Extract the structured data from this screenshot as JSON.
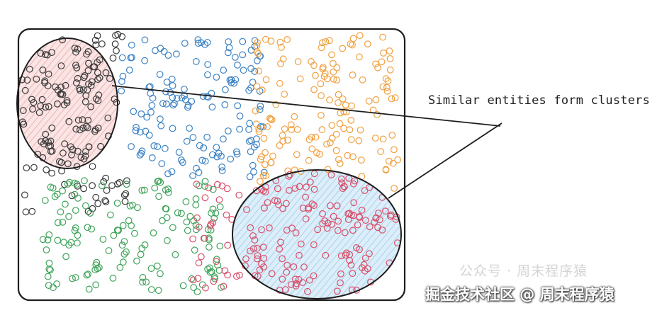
{
  "annotation": "Similar entities form clusters",
  "watermark_top": "公众号 · 周末程序猿",
  "watermark_bottom": "掘金技术社区 @ 周末程序猿",
  "colors": {
    "stroke": "#1e1e1e",
    "black_points": "#3a3a3a",
    "blue_points": "#3b82c4",
    "orange_points": "#f0a040",
    "green_points": "#3fa35a",
    "red_points": "#d9506a",
    "red_cluster_fill": "#f4c7c7",
    "blue_cluster_fill": "#bfe0f5"
  }
}
